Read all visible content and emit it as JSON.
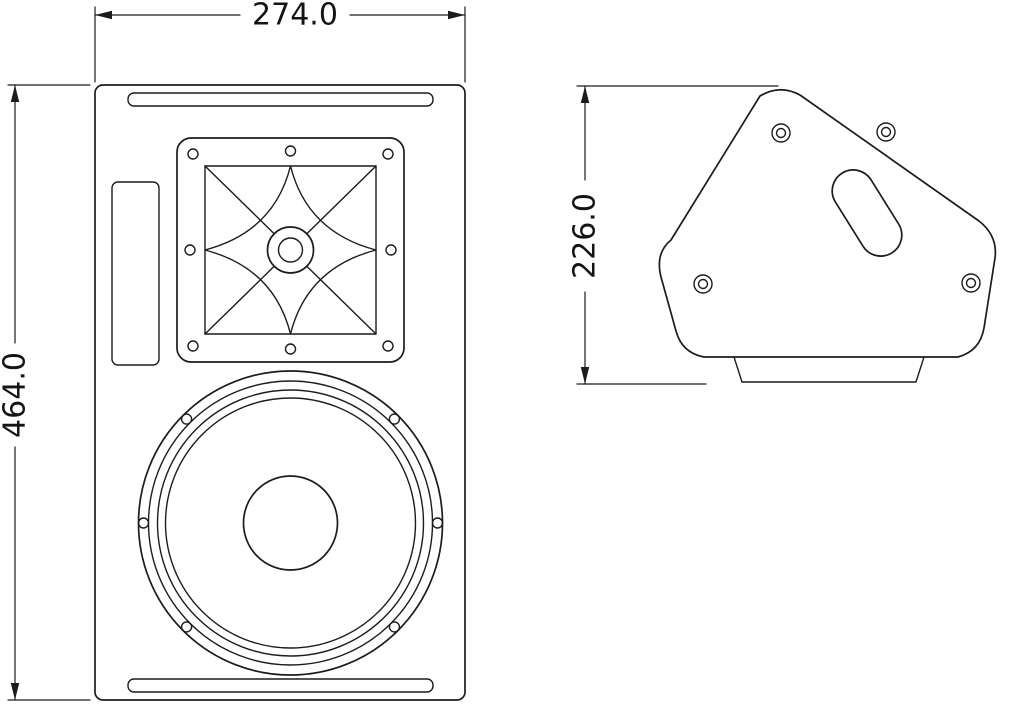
{
  "dimensions": {
    "width": "274.0",
    "height": "464.0",
    "depth": "226.0"
  },
  "colors": {
    "line": "#1c1c1c",
    "background": "#ffffff"
  }
}
